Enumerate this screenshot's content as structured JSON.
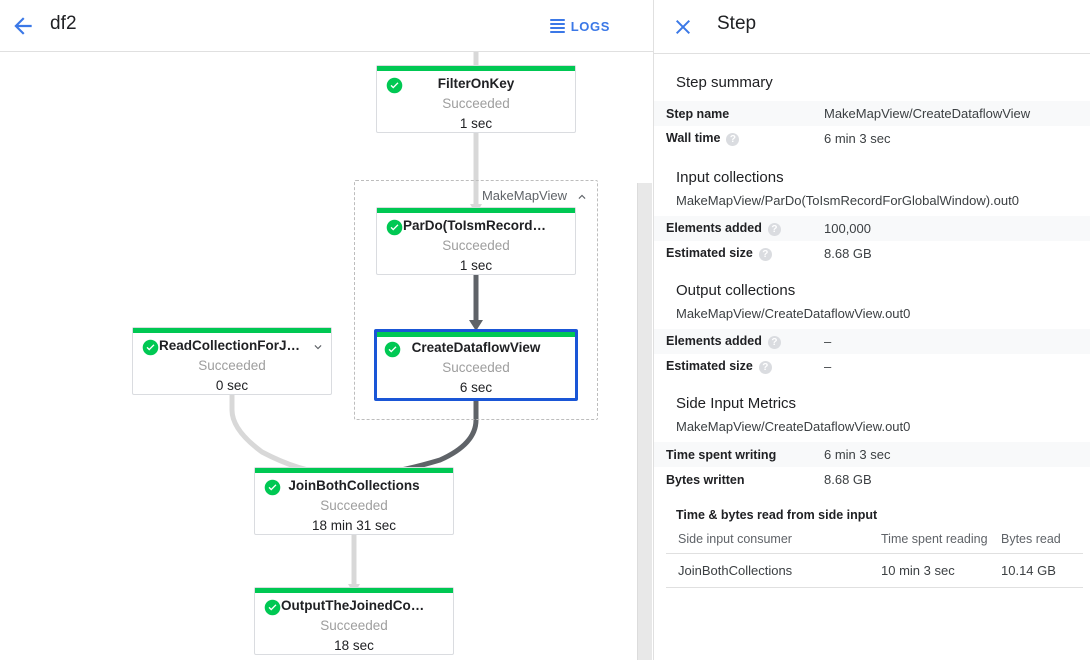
{
  "topbar": {
    "back_icon": "arrow-left-icon",
    "job_name": "df2",
    "logs_label": "LOGS",
    "logs_icon": "list-icon",
    "accent_blue": "#3b78e7"
  },
  "graph": {
    "status_succeeded": "Succeeded",
    "success_color": "#00c853",
    "selected_border_color": "#1a56d6",
    "group": {
      "label": "MakeMapView",
      "chevron": "chevron-up-icon"
    },
    "nodes": [
      {
        "id": "filter-on-key",
        "title": "FilterOnKey",
        "status": "Succeeded",
        "time": "1 sec",
        "selected": false,
        "chevron": ""
      },
      {
        "id": "pardo-toism",
        "title": "ParDo(ToIsmRecordFor…",
        "status": "Succeeded",
        "time": "1 sec",
        "selected": false,
        "chevron": ""
      },
      {
        "id": "create-dataflow-view",
        "title": "CreateDataflowView",
        "status": "Succeeded",
        "time": "6 sec",
        "selected": true,
        "chevron": ""
      },
      {
        "id": "read-collection-for-join",
        "title": "ReadCollectionForJoin",
        "status": "Succeeded",
        "time": "0 sec",
        "selected": false,
        "chevron": "chevron-down-icon"
      },
      {
        "id": "join-both-collections",
        "title": "JoinBothCollections",
        "status": "Succeeded",
        "time": "18 min 31 sec",
        "selected": false,
        "chevron": ""
      },
      {
        "id": "output-joined",
        "title": "OutputTheJoinedCollec…",
        "status": "Succeeded",
        "time": "18 sec",
        "selected": false,
        "chevron": ""
      }
    ]
  },
  "panel": {
    "close_icon": "close-icon",
    "title": "Step",
    "step_summary": {
      "heading": "Step summary",
      "rows": [
        {
          "key": "Step name",
          "help": false,
          "value": "MakeMapView/CreateDataflowView"
        },
        {
          "key": "Wall time",
          "help": true,
          "value": "6 min 3 sec"
        }
      ]
    },
    "input_collections": {
      "heading": "Input collections",
      "collection_name": "MakeMapView/ParDo(ToIsmRecordForGlobalWindow).out0",
      "rows": [
        {
          "key": "Elements added",
          "help": true,
          "value": "100,000"
        },
        {
          "key": "Estimated size",
          "help": true,
          "value": "8.68 GB"
        }
      ]
    },
    "output_collections": {
      "heading": "Output collections",
      "collection_name": "MakeMapView/CreateDataflowView.out0",
      "rows": [
        {
          "key": "Elements added",
          "help": true,
          "value": "–"
        },
        {
          "key": "Estimated size",
          "help": true,
          "value": "–"
        }
      ]
    },
    "side_input_metrics": {
      "heading": "Side Input Metrics",
      "collection_name": "MakeMapView/CreateDataflowView.out0",
      "rows": [
        {
          "key": "Time spent writing",
          "help": false,
          "value": "6 min 3 sec"
        },
        {
          "key": "Bytes written",
          "help": false,
          "value": "8.68 GB"
        }
      ]
    },
    "side_input_table": {
      "heading": "Time & bytes read from side input",
      "columns": [
        "Side input consumer",
        "Time spent reading",
        "Bytes read"
      ],
      "rows": [
        [
          "JoinBothCollections",
          "10 min 3 sec",
          "10.14 GB"
        ]
      ]
    }
  }
}
